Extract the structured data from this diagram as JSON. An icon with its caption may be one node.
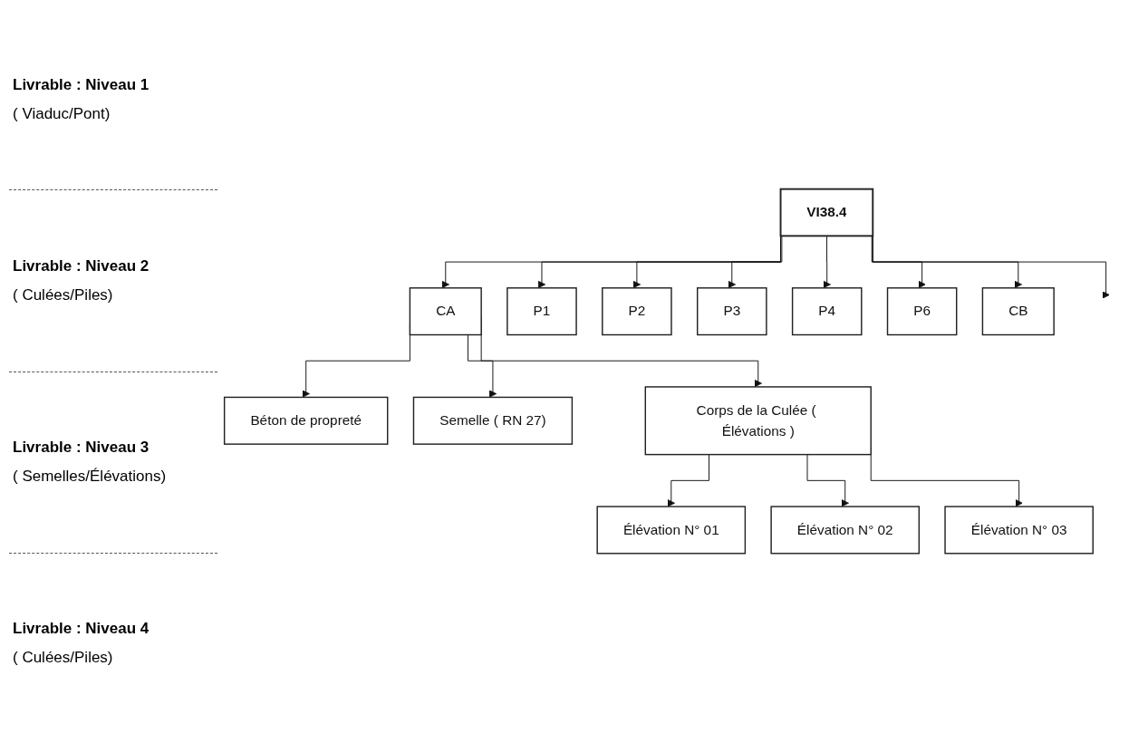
{
  "diagram": {
    "nodes": [
      {
        "text": [
          "VI38.4"
        ]
      },
      {
        "text": [
          "CA"
        ]
      },
      {
        "text": [
          "P1"
        ]
      },
      {
        "text": [
          "P2"
        ]
      },
      {
        "text": [
          "P3"
        ]
      },
      {
        "text": [
          "P4"
        ]
      },
      {
        "text": [
          "P6"
        ]
      },
      {
        "text": [
          "CB"
        ]
      },
      {
        "text": [
          "Béton de propreté"
        ]
      },
      {
        "text": [
          "Semelle ( RN 27)"
        ]
      },
      {
        "text": [
          "Corps de la Culée ( Élévations )"
        ]
      },
      {
        "text": [
          "Élévation N° 01"
        ]
      },
      {
        "text": [
          "Élévation N° 02"
        ]
      },
      {
        "text": [
          "Élévation N° 03"
        ]
      }
    ],
    "edges": [
      {
        "from": 0,
        "to": 1,
        "arrow": "to"
      },
      {
        "from": 0,
        "to": 2,
        "arrow": "to"
      },
      {
        "from": 0,
        "to": 3,
        "arrow": "to"
      },
      {
        "from": 0,
        "to": 4,
        "arrow": "to"
      },
      {
        "from": 0,
        "to": 5,
        "arrow": "to"
      },
      {
        "from": 0,
        "to": null,
        "arrow": "to"
      },
      {
        "from": 0,
        "to": 6,
        "arrow": "to"
      },
      {
        "from": 0,
        "to": 7,
        "arrow": "to"
      },
      {
        "from": 1,
        "to": 8,
        "arrow": "to"
      },
      {
        "from": 1,
        "to": 9,
        "arrow": "to"
      },
      {
        "from": 1,
        "to": 10,
        "arrow": "to"
      },
      {
        "from": 10,
        "to": 11,
        "arrow": "to"
      },
      {
        "from": 10,
        "to": 12,
        "arrow": "to"
      },
      {
        "from": 10,
        "to": 13,
        "arrow": "to"
      }
    ],
    "labels": [
      "Livrable : Niveau 1",
      "( Viaduc/Pont)",
      "Livrable : Niveau 2",
      "( Culées/Piles)",
      "Livrable : Niveau 3",
      "( Semelles/Élévations)",
      "Livrable : Niveau 4",
      "( Culées/Piles)"
    ]
  }
}
